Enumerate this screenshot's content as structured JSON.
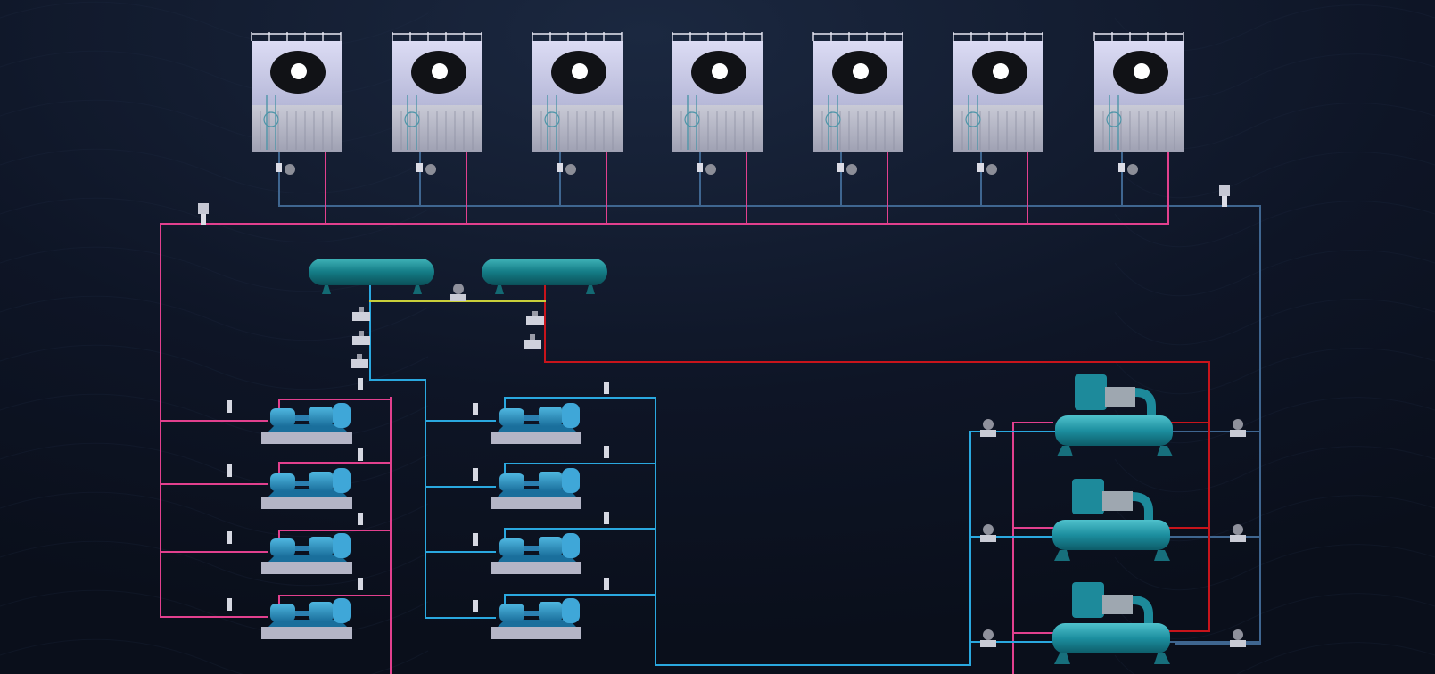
{
  "colors": {
    "background": "#0c1220",
    "background_glow": "#18243a",
    "cooling_supply": "#e2408e",
    "cooling_return": "#3f6690",
    "chilled_water": "#2aa8df",
    "hot_water": "#c8141b",
    "balance_pipe": "#c9cf3a",
    "equipment_teal": "#1f93a8",
    "tower_body": "#b9bbd3"
  },
  "equipment": {
    "cooling_towers": [
      {
        "id": "ct1"
      },
      {
        "id": "ct2"
      },
      {
        "id": "ct3"
      },
      {
        "id": "ct4"
      },
      {
        "id": "ct5"
      },
      {
        "id": "ct6"
      },
      {
        "id": "ct7"
      }
    ],
    "tanks": [
      {
        "id": "tank1"
      },
      {
        "id": "tank2"
      }
    ],
    "cooling_pumps": [
      {
        "id": "cp1"
      },
      {
        "id": "cp2"
      },
      {
        "id": "cp3"
      },
      {
        "id": "cp4"
      }
    ],
    "chilled_pumps": [
      {
        "id": "chp1"
      },
      {
        "id": "chp2"
      },
      {
        "id": "chp3"
      },
      {
        "id": "chp4"
      }
    ],
    "chillers": [
      {
        "id": "ch1"
      },
      {
        "id": "ch2"
      },
      {
        "id": "ch3"
      }
    ]
  },
  "icons": {
    "tower_fan": "fan-icon",
    "valve": "valve-icon",
    "sensor": "sensor-icon",
    "gauge": "pressure-gauge-icon"
  }
}
